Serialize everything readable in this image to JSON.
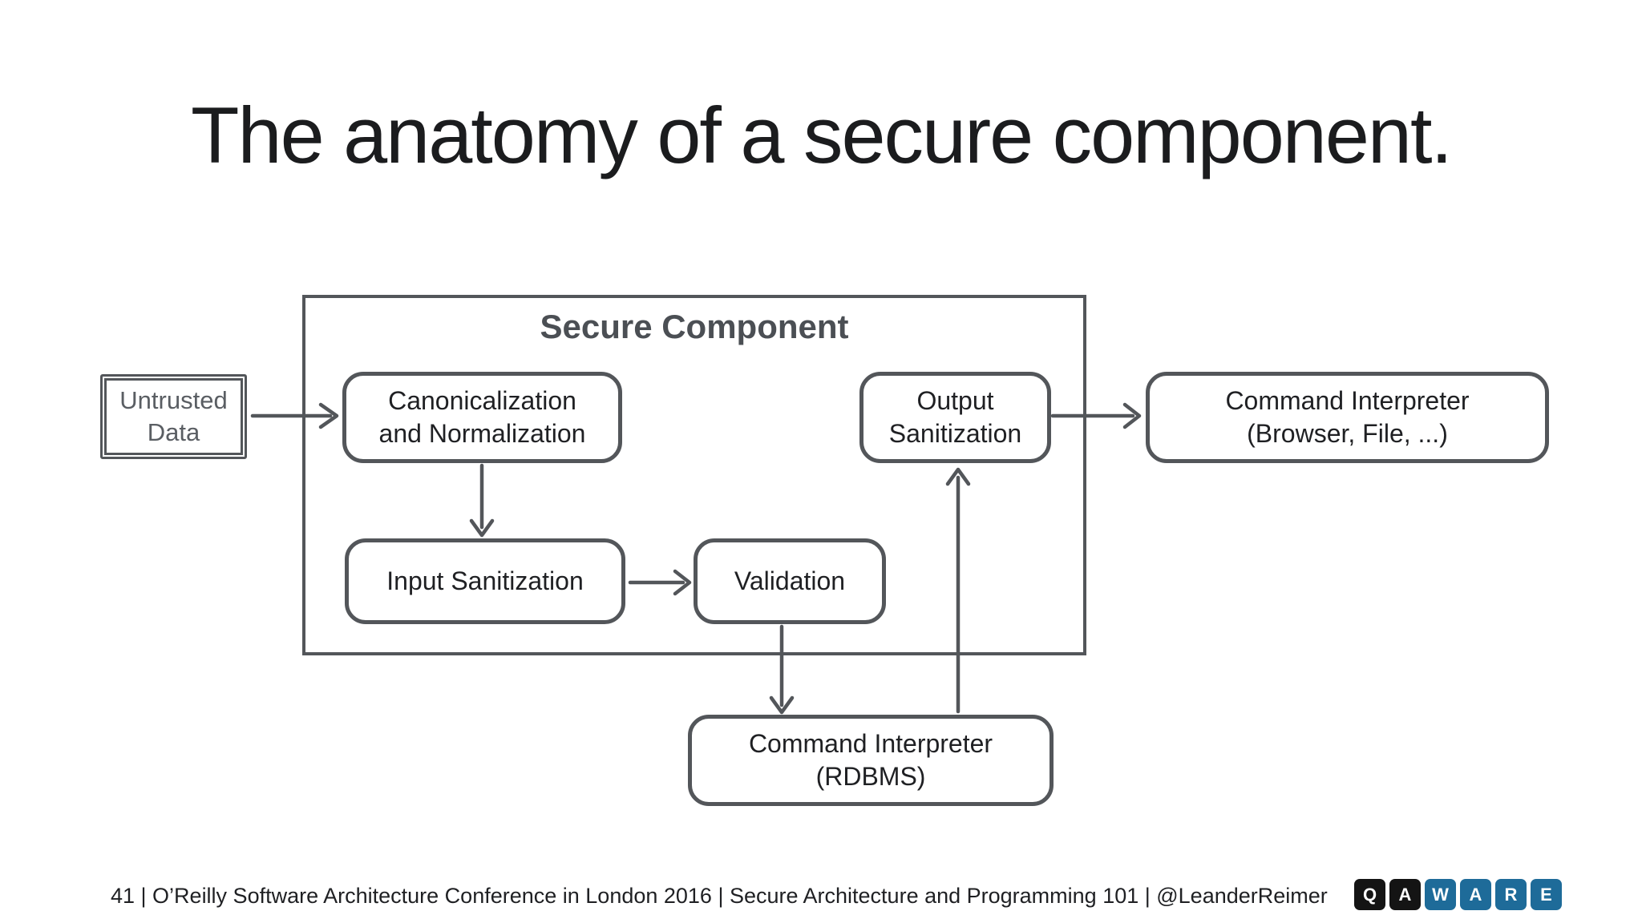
{
  "slide": {
    "title": "The anatomy of a secure component.",
    "footer": "41 | O’Reilly Software Architecture Conference in London 2016 | Secure Architecture and Programming 101 | @LeanderReimer"
  },
  "diagram": {
    "container_label": "Secure Component",
    "nodes": {
      "untrusted_data": {
        "line1": "Untrusted",
        "line2": "Data"
      },
      "canonicalization": {
        "line1": "Canonicalization",
        "line2": "and Normalization"
      },
      "input_sanitization": {
        "label": "Input Sanitization"
      },
      "validation": {
        "label": "Validation"
      },
      "output_sanitization": {
        "line1": "Output",
        "line2": "Sanitization"
      },
      "command_interpreter_external": {
        "line1": "Command Interpreter",
        "line2": "(Browser, File, ...)"
      },
      "command_interpreter_rdbms": {
        "line1": "Command Interpreter",
        "line2": "(RDBMS)"
      }
    },
    "colors": {
      "stroke": "#53565a",
      "node_text": "#1f2023",
      "untrusted_text": "#5a5e63",
      "container_label_text": "#4b4f54"
    }
  },
  "logo": {
    "tiles": [
      {
        "letter": "Q",
        "color": "#141414"
      },
      {
        "letter": "A",
        "color": "#141414"
      },
      {
        "letter": "W",
        "color": "#1e6b99"
      },
      {
        "letter": "A",
        "color": "#1e6b99"
      },
      {
        "letter": "R",
        "color": "#1e6b99"
      },
      {
        "letter": "E",
        "color": "#1e6b99"
      }
    ]
  }
}
